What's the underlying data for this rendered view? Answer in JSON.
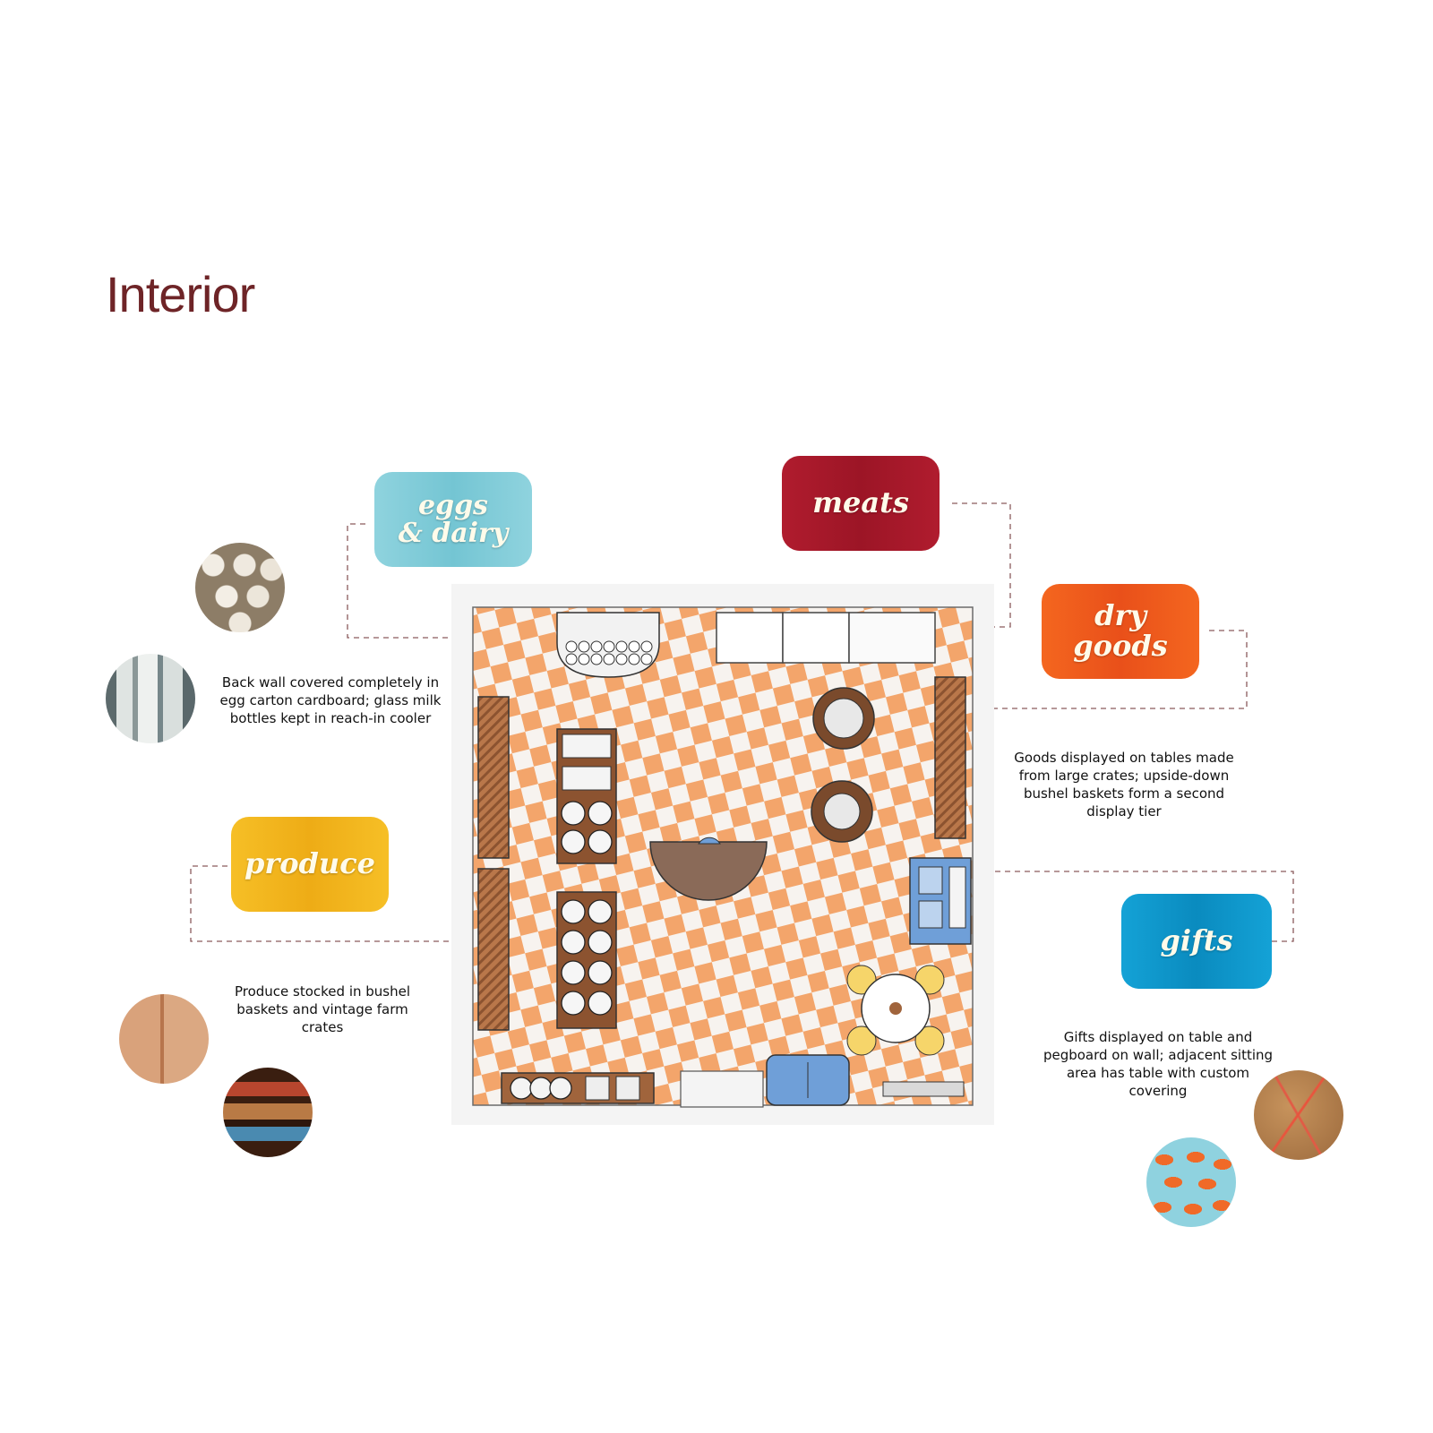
{
  "page": {
    "title": "Interior"
  },
  "labels": {
    "eggs_dairy": {
      "line1": "eggs",
      "line2": "& dairy",
      "color": "#7fcdd9"
    },
    "meats": {
      "text": "meats",
      "color": "#a8182a"
    },
    "dry_goods": {
      "line1": "dry",
      "line2": "goods",
      "color": "#f05a1e"
    },
    "produce": {
      "text": "produce",
      "color": "#f3b51c"
    },
    "gifts": {
      "text": "gifts",
      "color": "#0b95c9"
    }
  },
  "captions": {
    "eggs_dairy": "Back wall covered completely in egg carton cardboard; glass milk bottles kept in reach-in cooler",
    "dry_goods": "Goods displayed on tables made from large crates; upside-down bushel baskets form a second display tier",
    "produce": "Produce stocked in bushel baskets and vintage farm crates",
    "gifts": "Gifts displayed on table and pegboard on wall; adjacent sitting area has table with custom covering"
  },
  "floor": {
    "tile_color": "#f3a56b",
    "wood_color": "#a0643c",
    "accent_blue": "#6f9fd8"
  }
}
